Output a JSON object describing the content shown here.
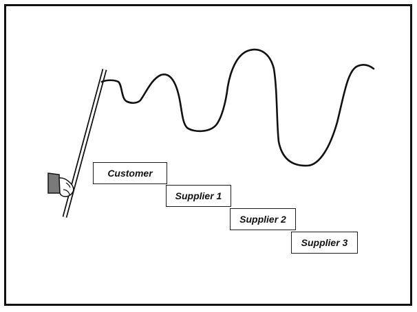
{
  "diagram": {
    "steps": [
      {
        "label": "Customer"
      },
      {
        "label": "Supplier 1"
      },
      {
        "label": "Supplier 2"
      },
      {
        "label": "Supplier 3"
      }
    ],
    "colors": {
      "ink": "#111111",
      "background": "#ffffff",
      "sleeve": "#7a7a7a"
    },
    "icons": [
      "hand-holding-rope-icon"
    ]
  }
}
